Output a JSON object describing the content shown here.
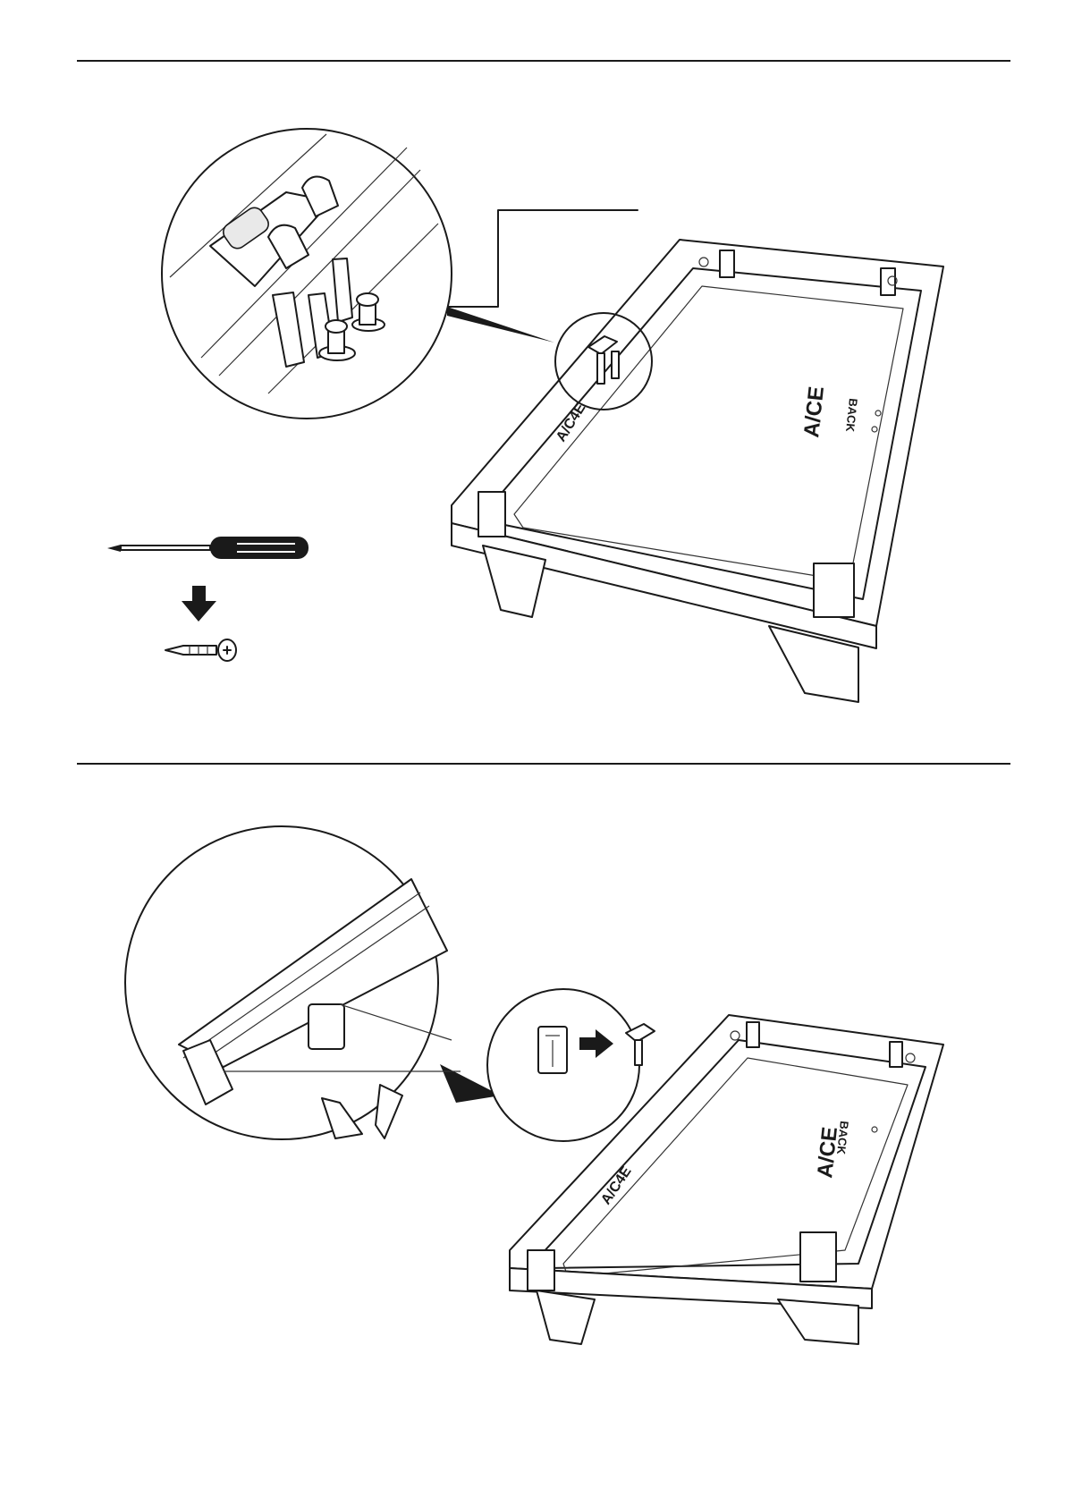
{
  "colors": {
    "ink": "#1a1a1a",
    "paper": "#ffffff",
    "shade": "#e9e9e9"
  },
  "steps": [
    {
      "detail_icons": [
        "bracket-magnifier-icon",
        "screwdriver-icon",
        "down-arrow-icon",
        "screw-icon"
      ],
      "printed_marks": {
        "side_logo": "A/C4E",
        "center_logo": "A/CE",
        "center_word": "BACK"
      }
    },
    {
      "detail_icons": [
        "underside-magnifier-icon",
        "clip-block-icon",
        "right-arrow-icon"
      ],
      "printed_marks": {
        "side_logo": "A/C4E",
        "center_logo": "A/CE",
        "center_word": "BACK"
      }
    }
  ]
}
